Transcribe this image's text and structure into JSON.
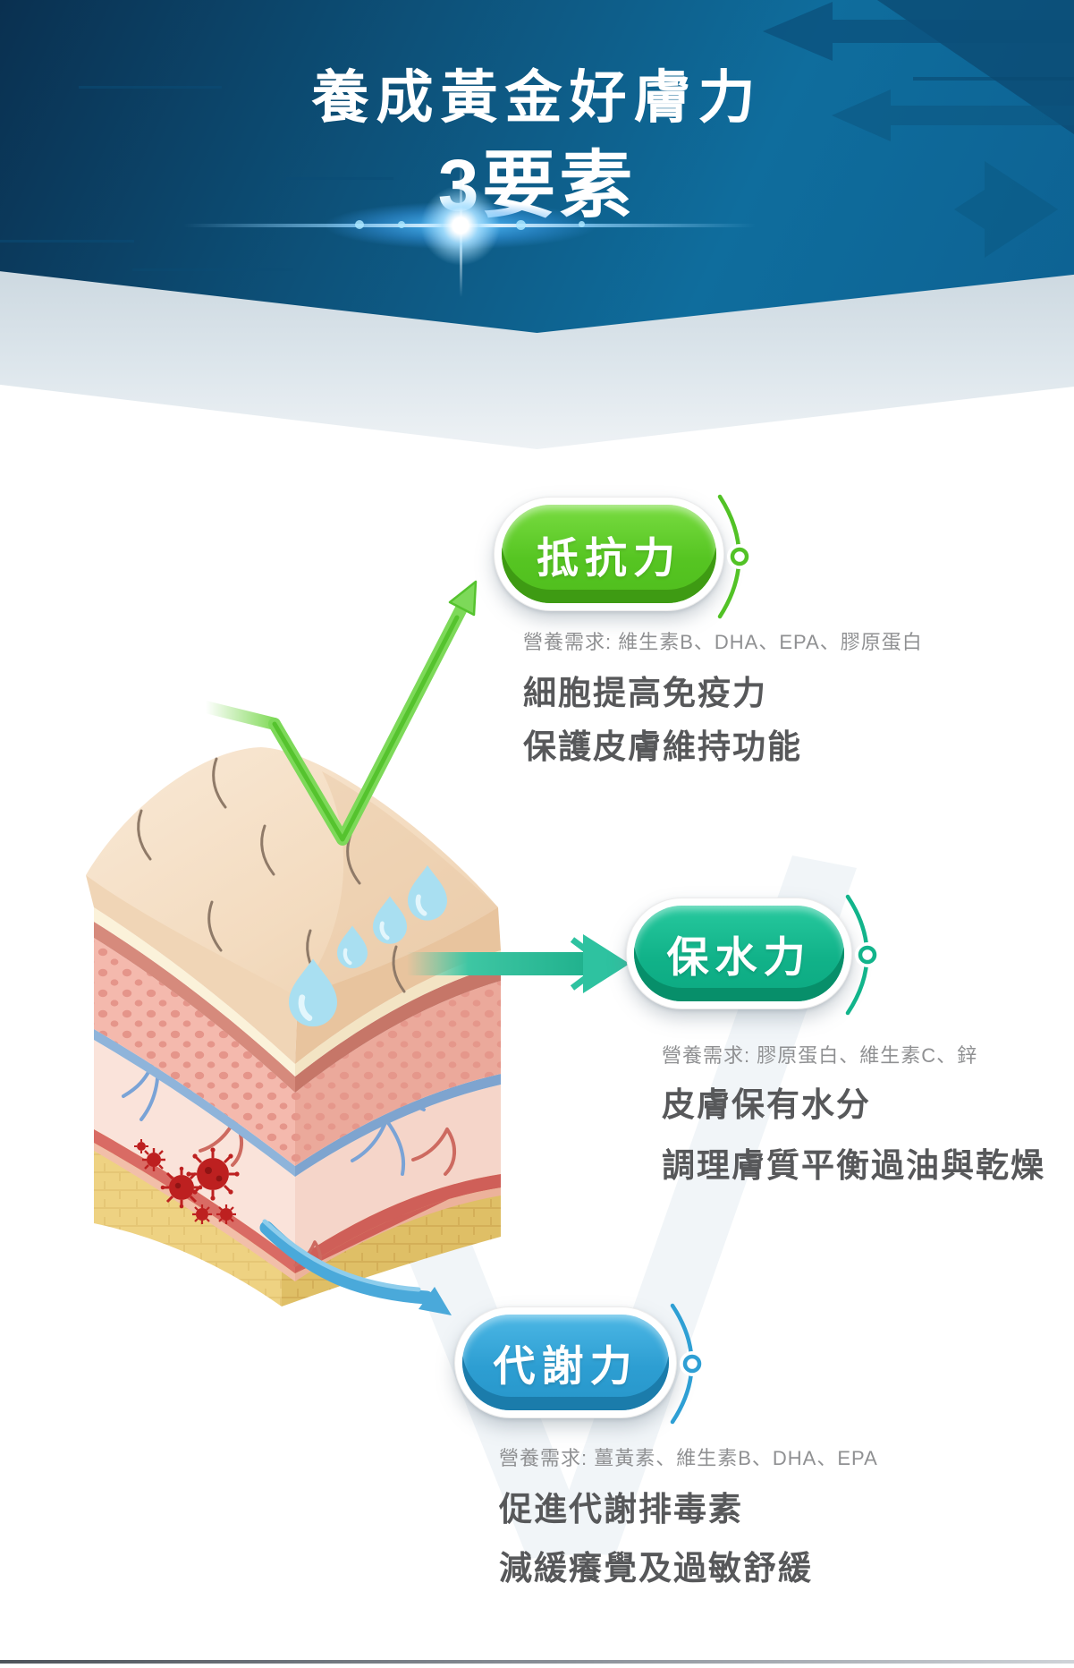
{
  "header": {
    "title_line1": "養成黃金好膚力",
    "title_line2": "3要素",
    "bg_top_color": "#0a3050",
    "bg_main_color": "#0f6d9d"
  },
  "sections": [
    {
      "name": "抵抗力",
      "accent_color": "#53c122",
      "accent_light": "#79dc41",
      "accent_dark": "#3e9b13",
      "needs": "營養需求: 維生素B、DHA、EPA、膠原蛋白",
      "desc_line1": "細胞提高免疫力",
      "desc_line2": "保護皮膚維持功能"
    },
    {
      "name": "保水力",
      "accent_color": "#12b48b",
      "accent_light": "#27c99e",
      "accent_dark": "#078f6a",
      "needs": "營養需求: 膠原蛋白、維生素C、鋅",
      "desc_line1": "皮膚保有水分",
      "desc_line2": "調理膚質平衡過油與乾燥"
    },
    {
      "name": "代謝力",
      "accent_color": "#2e9fd4",
      "accent_light": "#4cb7e5",
      "accent_dark": "#1b7cab",
      "needs": "營養需求: 薑黃素、維生素B、DHA、EPA",
      "desc_line1": "促進代謝排毒素",
      "desc_line2": "減緩癢覺及過敏舒緩"
    }
  ],
  "illustration": {
    "skin_layers": "3d-skin-cross-section",
    "water_drops_count": 4,
    "virus_particles_count": 6,
    "arrow_bounce_color": "#7dd959",
    "arrow_right_color": "#2ec2a0",
    "arrow_swoosh_color": "#4aa9da"
  }
}
